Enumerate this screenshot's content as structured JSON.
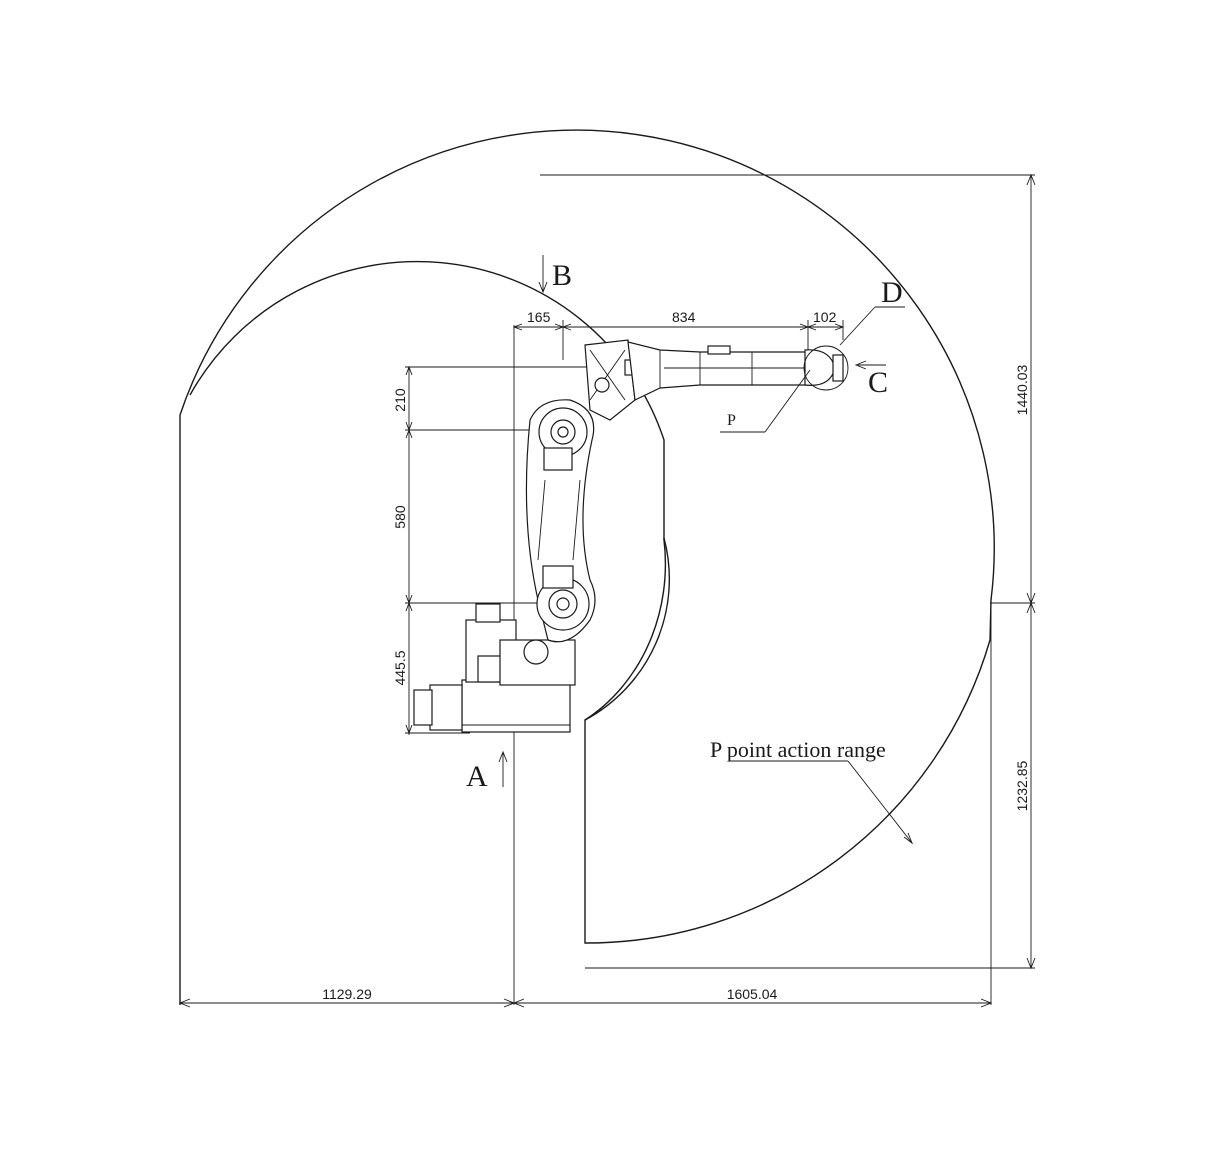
{
  "dimensions": {
    "top_offset": "165",
    "upper_arm_length": "834",
    "wrist_offset": "102",
    "forearm_offset": "210",
    "lower_arm_length": "580",
    "base_height": "445.5",
    "max_height": "1440.03",
    "max_depth": "1232.85",
    "rear_reach": "1129.29",
    "front_reach": "1605.04"
  },
  "view_markers": {
    "a": "A",
    "b": "B",
    "c": "C",
    "d": "D"
  },
  "labels": {
    "p_point": "P",
    "action_range": "P point action range"
  }
}
